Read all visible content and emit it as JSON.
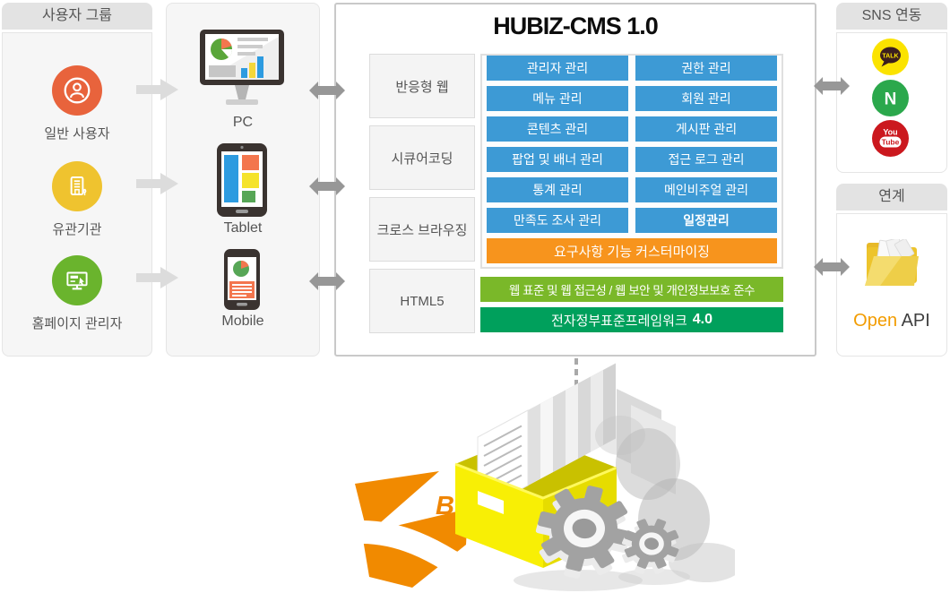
{
  "user_group": {
    "title": "사용자 그룹",
    "items": [
      {
        "label": "일반 사용자",
        "icon": "person-icon",
        "color": "#E8633C"
      },
      {
        "label": "유관기관",
        "icon": "organization-icon",
        "color": "#EFC32F"
      },
      {
        "label": "홈페이지 관리자",
        "icon": "admin-monitor-icon",
        "color": "#6AB42D"
      }
    ]
  },
  "devices": {
    "items": [
      {
        "label": "PC",
        "icon": "pc-monitor-icon"
      },
      {
        "label": "Tablet",
        "icon": "tablet-icon"
      },
      {
        "label": "Mobile",
        "icon": "mobile-icon"
      }
    ]
  },
  "cms": {
    "title": "HUBIZ-CMS 1.0",
    "features": [
      {
        "label": "반응형 웹"
      },
      {
        "label": "시큐어코딩"
      },
      {
        "label": "크로스 브라우징"
      },
      {
        "label": "HTML5"
      }
    ],
    "modules": [
      {
        "label": "관리자 관리"
      },
      {
        "label": "권한 관리"
      },
      {
        "label": "메뉴 관리"
      },
      {
        "label": "회원 관리"
      },
      {
        "label": "콘텐츠 관리"
      },
      {
        "label": "게시판 관리"
      },
      {
        "label": "팝업 및 배너 관리"
      },
      {
        "label": "접근 로그 관리"
      },
      {
        "label": "통계 관리"
      },
      {
        "label": "메인비주얼 관리"
      },
      {
        "label": "만족도 조사 관리"
      },
      {
        "label": "일정관리",
        "bold": true
      }
    ],
    "custom_bar": "요구사항 기능 커스터마이징",
    "compliance_bar": "웹 표준 및 웹 접근성 / 웹 보안 및 개인정보보호 준수",
    "framework": {
      "label": "전자정부표준프레임워크",
      "version": "4.0"
    }
  },
  "sns": {
    "title": "SNS 연동",
    "items": [
      {
        "name": "kakaotalk-icon",
        "text": "TALK",
        "color": "#FBE300"
      },
      {
        "name": "naver-icon",
        "text": "N",
        "color": "#2BA84C"
      },
      {
        "name": "youtube-icon",
        "text_top": "You",
        "text_bottom": "Tube",
        "color": "#CB181E"
      }
    ]
  },
  "link": {
    "title": "연계",
    "open": "Open",
    "api": "API"
  },
  "illustration": {
    "ribbon_letter": "B"
  },
  "colors": {
    "module_blue": "#3D9AD5",
    "custom_orange": "#F7941D",
    "compliance_green": "#7AB829",
    "framework_green": "#00A05C",
    "user_orange": "#E8633C",
    "org_yellow": "#EFC32F",
    "admin_green": "#6AB42D",
    "open_orange": "#F29C00",
    "box_yellow": "#F8EF05"
  }
}
